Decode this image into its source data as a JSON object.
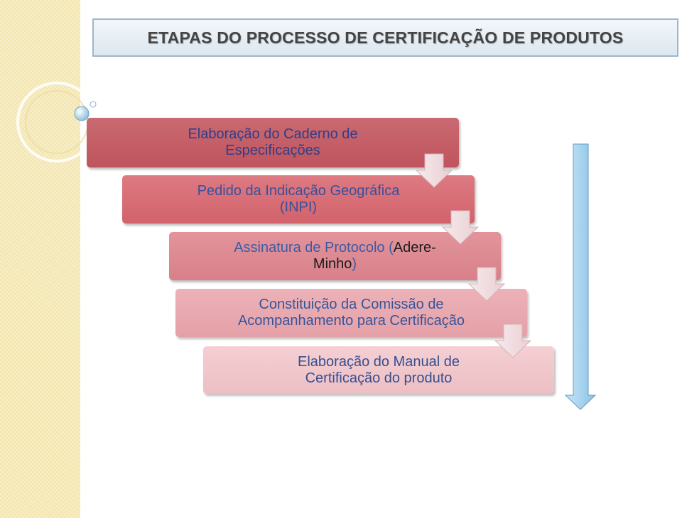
{
  "title": "ETAPAS DO PROCESSO DE CERTIFICAÇÃO DE PRODUTOS",
  "steps": [
    {
      "line1": "Elaboração do Caderno de",
      "line2": "Especificações"
    },
    {
      "line1": "Pedido da Indicação Geográfica",
      "line2": "(INPI)"
    },
    {
      "pre": "Assinatura de Protocolo (",
      "highlight_a": "Adere-",
      "highlight_b": "Minho",
      "post": ")"
    },
    {
      "line1": "Constituição da Comissão de",
      "line2": "Acompanhamento para Certificação"
    },
    {
      "line1": "Elaboração do Manual de",
      "line2": "Certificação do produto"
    }
  ],
  "colors": {
    "sidebar": "#f6eab8",
    "title_border": "#9db6c9",
    "step_1": "#c45e66",
    "step_2": "#d86c75",
    "step_3": "#de8b92",
    "step_4": "#e8a9af",
    "step_5": "#f0c6ca",
    "arrow_fill": "#f2e1e3",
    "timeline_arrow": "#aed6ef"
  },
  "icons": [
    "down-arrow-icon",
    "timeline-arrow-icon",
    "circle-decoration-icon"
  ]
}
